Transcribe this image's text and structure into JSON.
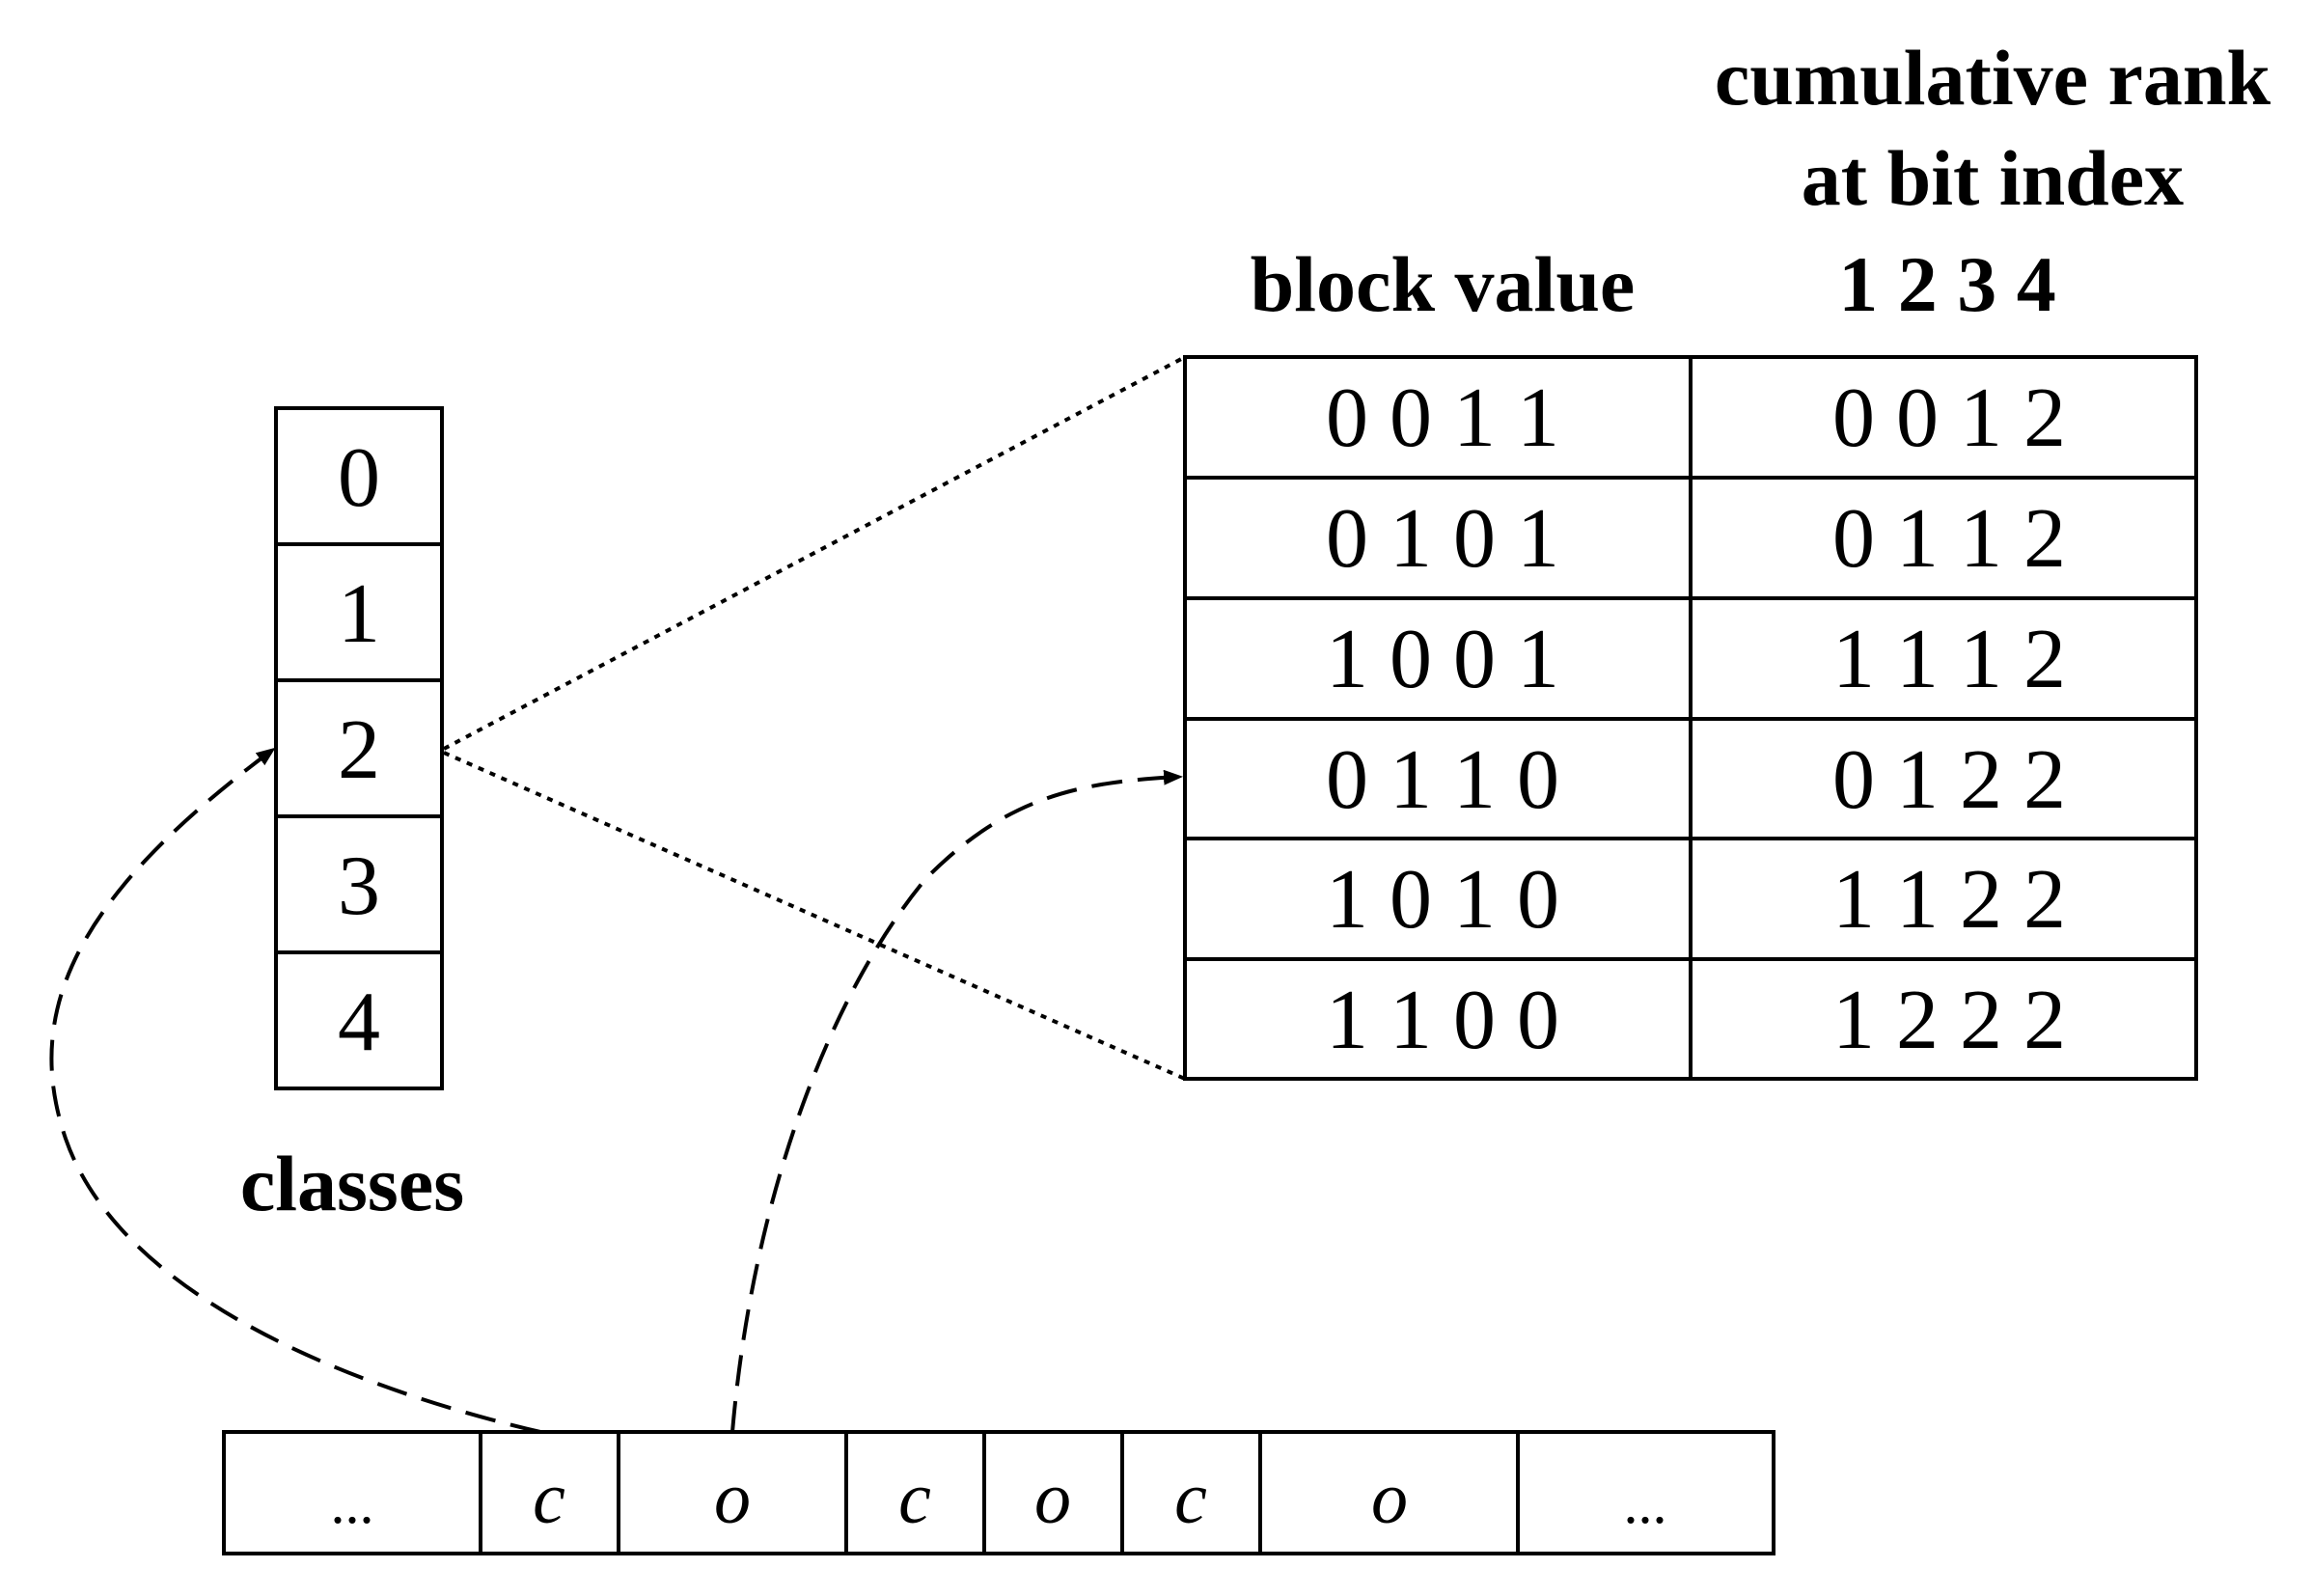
{
  "headers": {
    "cumulative_rank_line1": "cumulative rank",
    "cumulative_rank_line2": "at bit index",
    "bit_indices": "1 2 3 4",
    "block_value": "block value"
  },
  "classes": {
    "label": "classes",
    "items": [
      "0",
      "1",
      "2",
      "3",
      "4"
    ],
    "highlighted_index": 2
  },
  "table": {
    "rows": [
      {
        "block_value": "0 0 1 1",
        "rank": "0 0 1 2"
      },
      {
        "block_value": "0 1 0 1",
        "rank": "0 1 1 2"
      },
      {
        "block_value": "1 0 0 1",
        "rank": "1 1 1 2"
      },
      {
        "block_value": "0 1 1 0",
        "rank": "0 1 2 2"
      },
      {
        "block_value": "1 0 1 0",
        "rank": "1 1 2 2"
      },
      {
        "block_value": "1 1 0 0",
        "rank": "1 2 2 2"
      }
    ],
    "pointed_row_index": 3
  },
  "sequence": {
    "items": [
      "...",
      "c",
      "o",
      "c",
      "o",
      "c",
      "o",
      "..."
    ]
  }
}
